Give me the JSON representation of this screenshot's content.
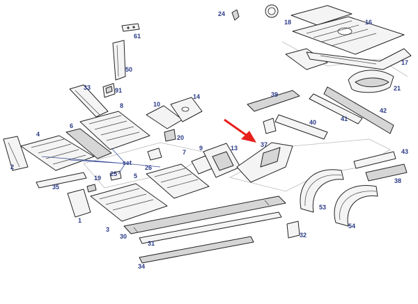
{
  "colors": {
    "callout": "#2a3a86",
    "leader": "#3c4f99",
    "highlight_arrow": "#e8201c",
    "part_fill": "#f4f4f4",
    "part_stroke": "#222222"
  },
  "highlight": {
    "target_callout": "37",
    "icon": "red-arrow-icon"
  },
  "callouts": {
    "c1": "1",
    "c2": "2",
    "c3": "3",
    "c4": "4",
    "c5": "5",
    "c6": "6",
    "c7": "7",
    "c8": "8",
    "c9": "9",
    "c10": "10",
    "c13": "13",
    "c14": "14",
    "c16": "16",
    "c17": "17",
    "c18": "18",
    "c19": "19",
    "c20": "20",
    "c21": "21",
    "c24": "24",
    "c25": "25",
    "c26": "26",
    "c30": "30",
    "c31": "31",
    "c32": "32",
    "c33": "33",
    "c34": "34",
    "c35": "35",
    "c37": "37",
    "c38": "38",
    "c39": "39",
    "c40": "40",
    "c41": "41",
    "c42": "42",
    "c43": "43",
    "c50": "50",
    "c53": "53",
    "c54": "54",
    "c61": "61",
    "c91": "91",
    "set": "set"
  }
}
